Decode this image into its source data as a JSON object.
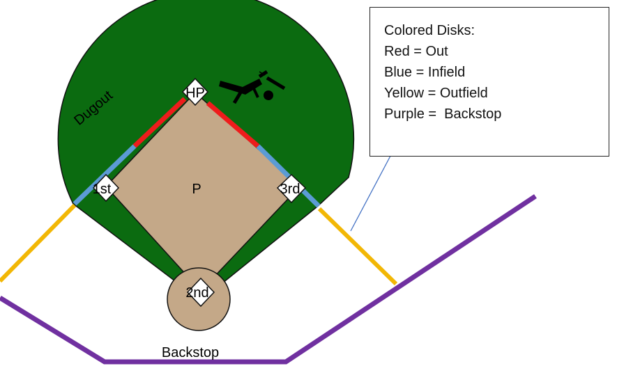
{
  "labels": {
    "dugout": "Dugout",
    "home_plate": "HP",
    "pitcher": "P",
    "first_base": "1st",
    "second_base": "2nd",
    "third_base": "3rd",
    "backstop": "Backstop"
  },
  "legend": {
    "title": "Colored Disks:",
    "items": [
      {
        "text": "Red = Out",
        "color": "#ee1c1c"
      },
      {
        "text": "Blue = Infield",
        "color": "#5b9bd5"
      },
      {
        "text": "Yellow = Outfield",
        "color": "#f2b705"
      },
      {
        "text": "Purple =  Backstop",
        "color": "#7030a0"
      }
    ]
  },
  "colors": {
    "field_green": "#0b6b10",
    "infield_dirt": "#c4a888",
    "field_outline": "#111111",
    "base_fill": "#ffffff",
    "callout_arrow": "#4472c4"
  },
  "icons": {
    "batter": "batter-figure-icon"
  }
}
